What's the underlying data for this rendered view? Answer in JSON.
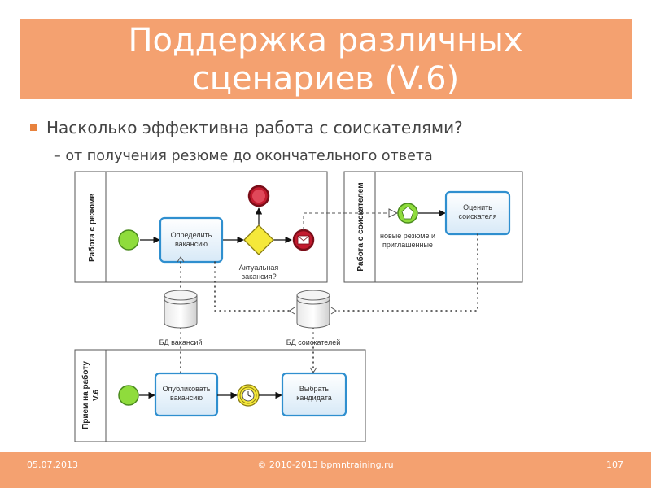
{
  "slide": {
    "title_line1": "Поддержка различных",
    "title_line2": "сценариев (V.6)",
    "bullet1": "Насколько эффективна работа с соискателями?",
    "bullet2": "– от получения резюме до окончательного ответа"
  },
  "diagram": {
    "pool_resume": "Работа с резюме",
    "pool_candidate": "Работа с соискателем",
    "pool_hiring_l1": "Прием на работу",
    "pool_hiring_l2": "V.6",
    "task_define_l1": "Определить",
    "task_define_l2": "вакансию",
    "gateway_label_l1": "Актуальная",
    "gateway_label_l2": "вакансия?",
    "task_assess_l1": "Оценить",
    "task_assess_l2": "соискателя",
    "start_msg_label_l1": "новые резюме и",
    "start_msg_label_l2": "приглашенные",
    "db_vacancies": "БД вакансий",
    "db_candidates": "БД соискателей",
    "task_publish_l1": "Опубликовать",
    "task_publish_l2": "вакансию",
    "task_choose_l1": "Выбрать",
    "task_choose_l2": "кандидата"
  },
  "footer": {
    "date": "05.07.2013",
    "copyright": "© 2010-2013 bpmntraining.ru",
    "page": "107"
  },
  "colors": {
    "accent": "#f4a170",
    "task_border": "#2f8fcf",
    "start_event": "#8fdc3c",
    "end_event": "#c21a2e",
    "gateway": "#f5e83a"
  }
}
